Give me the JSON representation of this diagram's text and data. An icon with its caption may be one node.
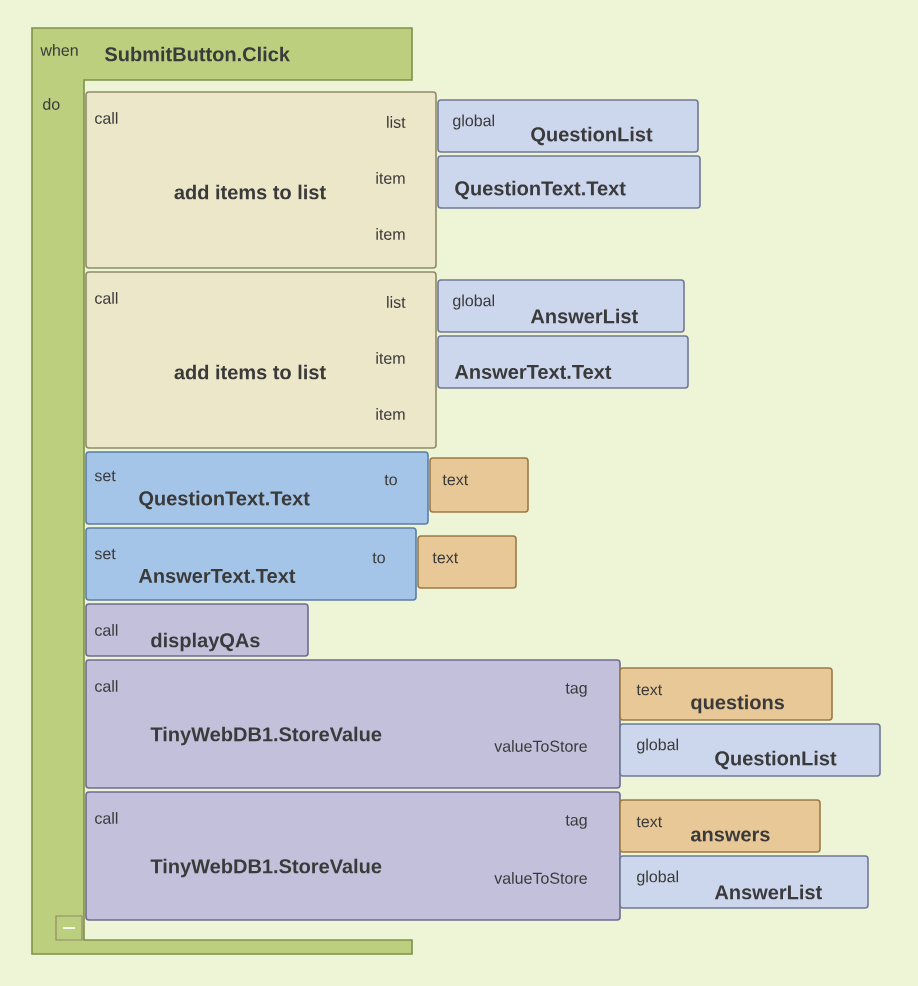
{
  "diagram": {
    "nodes": [
      {
        "text": [
          "when",
          "SubmitButton.Click",
          "do"
        ]
      },
      {
        "text": [
          "call",
          "add items to list",
          "list",
          "item",
          "item"
        ],
        "in": 0
      },
      {
        "text": [
          "global",
          "QuestionList"
        ]
      },
      {
        "text": [
          "QuestionText.Text"
        ]
      },
      {
        "text": [
          "call",
          "add items to list",
          "list",
          "item",
          "item"
        ],
        "in": 0
      },
      {
        "text": [
          "global",
          "AnswerList"
        ]
      },
      {
        "text": [
          "AnswerText.Text"
        ]
      },
      {
        "text": [
          "set",
          "QuestionText.Text",
          "to"
        ],
        "in": 0
      },
      {
        "text": [
          "text"
        ]
      },
      {
        "text": [
          "set",
          "AnswerText.Text",
          "to"
        ],
        "in": 0
      },
      {
        "text": [
          "text"
        ]
      },
      {
        "text": [
          "call",
          "displayQAs"
        ],
        "in": 0
      },
      {
        "text": [
          "call",
          "TinyWebDB1.StoreValue",
          "tag",
          "valueToStore"
        ]
      },
      {
        "text": [
          "text",
          "questions"
        ]
      },
      {
        "text": [
          "global",
          "QuestionList"
        ]
      },
      {
        "text": [
          "call",
          "TinyWebDB1.StoreValue",
          "tag",
          "valueToStore"
        ]
      },
      {
        "text": [
          "text",
          "answers"
        ]
      },
      {
        "text": [
          "global",
          "AnswerList"
        ]
      }
    ]
  }
}
